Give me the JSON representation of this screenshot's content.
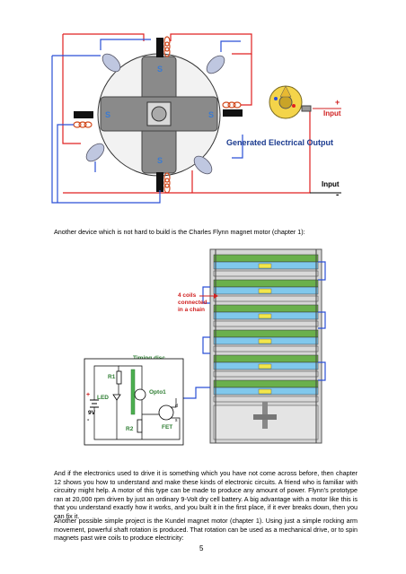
{
  "figure1": {
    "pole_labels": [
      "S",
      "S",
      "S",
      "S"
    ],
    "output_label": "Generated Electrical Output",
    "input_top": "Input",
    "input_bottom": "Input",
    "plus": "+",
    "minus": "-"
  },
  "intro_text": "Another device which is not hard to build is the Charles Flynn magnet motor (chapter 1):",
  "figure2": {
    "coils_label_l1": "4 coils",
    "coils_label_l2": "connected",
    "coils_label_l3": "in a chain",
    "timing_disc_label": "Timing disc",
    "r1_label": "R1",
    "r2_label": "R2",
    "led_label": "LED",
    "opto_label": "Opto1",
    "fet_label": "FET",
    "voltage_label": "9V",
    "plus": "+",
    "minus": "-",
    "d_label": "d",
    "s_label": "s"
  },
  "paragraph1": "And if the electronics used to drive it is something which you have not come across before, then chapter 12 shows you how to understand and make these kinds of electronic circuits. A friend who is familiar with circuitry might help. A motor of this type can be made to produce any amount of power. Flynn's prototype ran at 20,000 rpm driven by just an ordinary 9-Volt dry cell battery. A big advantage with a motor like this is that you understand exactly how it works, and you built it in the first place, if it ever breaks down, then you can fix it.",
  "paragraph2": "Another possible simple project is the Kundel magnet motor (chapter 1). Using just a simple rocking arm movement, powerful shaft rotation is produced. That rotation can be used as a mechanical drive, or to spin magnets past wire coils to produce electricity:",
  "page_number": "5"
}
